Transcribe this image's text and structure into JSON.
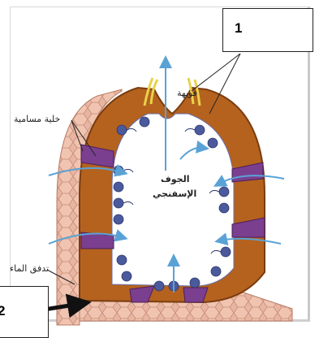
{
  "labels": {
    "osculum": "فويهة",
    "porocyte": "خلية مسامية",
    "spongocoel_line1": "الجوف",
    "spongocoel_line2": "الإسفنجي",
    "water_flow": "تدفق الماء"
  },
  "callouts": {
    "one": "1",
    "two": "2"
  },
  "colors": {
    "outer_wall": "#d9a98e",
    "mesohyl": "#b5621f",
    "choanocyte": "#4a5a9c",
    "porocyte": "#7b3f8f",
    "water_arrow": "#5aa2d6",
    "spicule": "#e8d24a"
  }
}
